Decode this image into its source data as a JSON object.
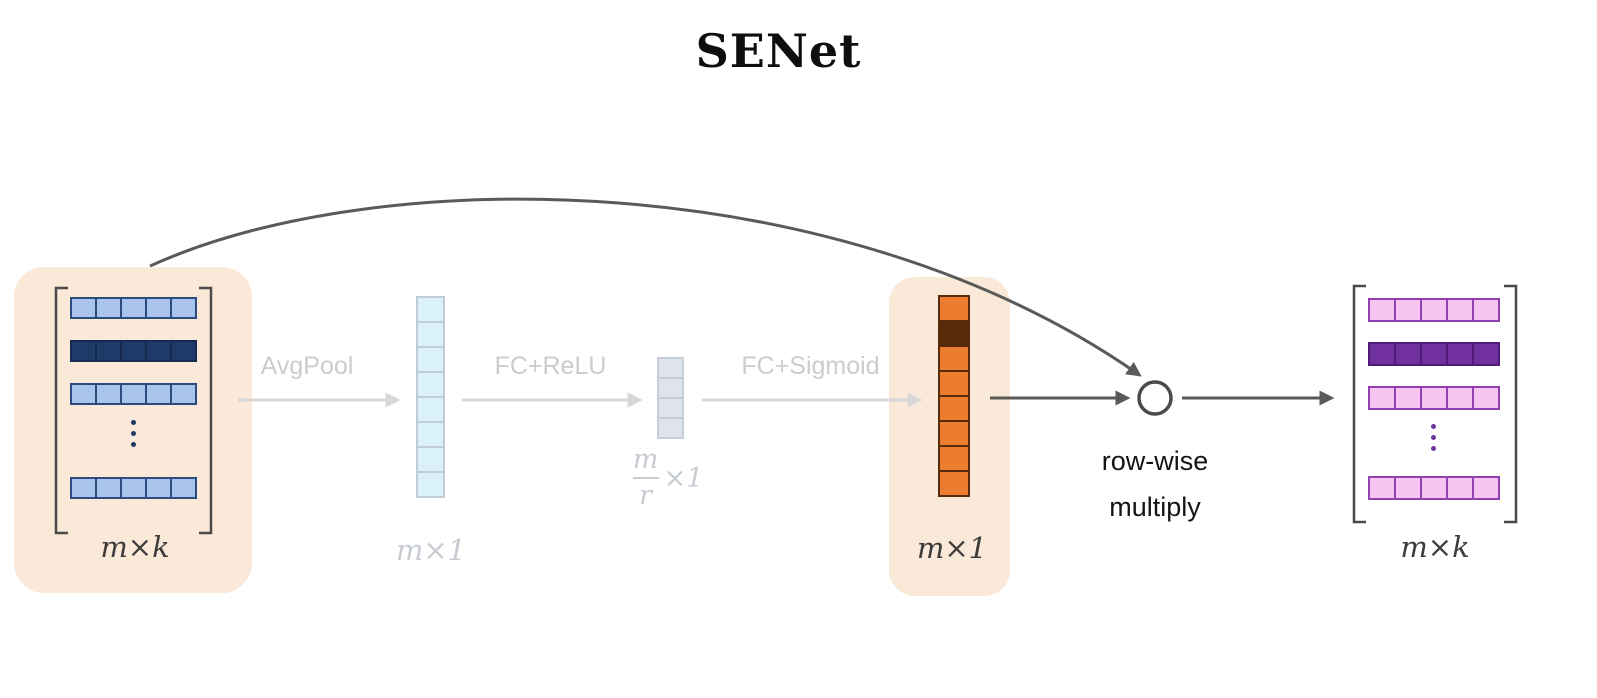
{
  "title": {
    "text": "SENet"
  },
  "input_matrix": {
    "dim_label": "m×k",
    "cols": 5,
    "visible_rows": 4,
    "ellipsis_dots": 3,
    "highlighted": true,
    "cell_color_light": "#a9c4ea",
    "cell_color_dark": "#1e3a69"
  },
  "ops": {
    "avgpool": {
      "label": "AvgPool",
      "faded": true
    },
    "fc_relu": {
      "label": "FC+ReLU",
      "faded": true
    },
    "fc_sigmoid": {
      "label": "FC+Sigmoid",
      "faded": true
    }
  },
  "pooled_vector": {
    "dim_label": "m×1",
    "cells": 8,
    "faded": true,
    "cell_color": "#daf1fa"
  },
  "bottleneck_vector": {
    "numerator": "m",
    "denominator": "r",
    "suffix": "×1",
    "cells": 4,
    "faded": true,
    "cell_color": "#dee3ed"
  },
  "excitation_vector": {
    "dim_label": "m×1",
    "cells": 8,
    "highlighted": true,
    "cell_color": "#ec7c2e",
    "dark_cell_index": 2,
    "cell_color_dark": "#5b2a0a"
  },
  "multiply_node": {
    "line1": "row-wise",
    "line2": "multiply"
  },
  "output_matrix": {
    "dim_label": "m×k",
    "cols": 5,
    "visible_rows": 4,
    "ellipsis_dots": 3,
    "cell_color_light": "#f7c4f2",
    "cell_color_dark": "#7030a0"
  },
  "colors": {
    "highlight_bg": "#fae8d8",
    "arrow_active": "#5a5a5a",
    "arrow_faded": "#d7d7d7",
    "label_faded": "#c7ccd3",
    "label_dark": "#3c3c3c"
  }
}
